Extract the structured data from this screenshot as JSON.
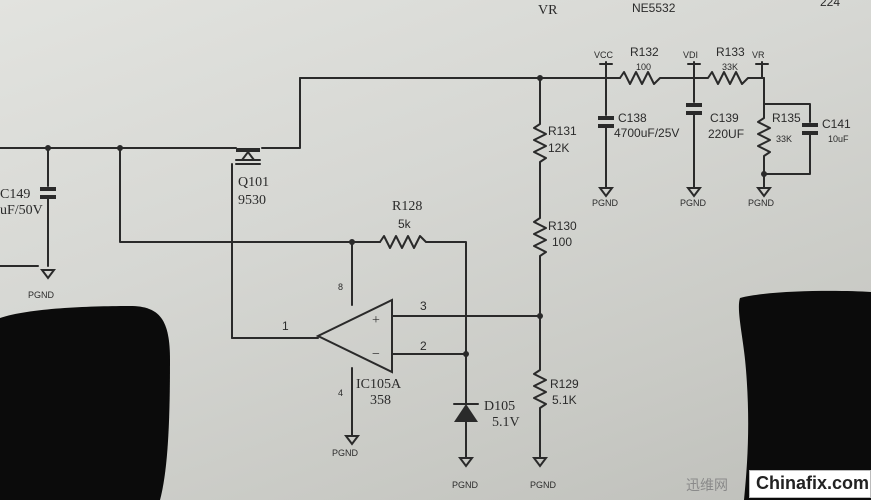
{
  "top": {
    "vr": "VR",
    "ne5532": "NE5532",
    "num224": "224"
  },
  "labels": {
    "vcc": "VCC",
    "vdd": "VDI",
    "vr": "VR",
    "r132": "R132",
    "r132v": "100",
    "r133": "R133",
    "r133v": "33K",
    "c138": "C138",
    "c138v": "4700uF/25V",
    "c139": "C139",
    "c139v": "220UF",
    "r135": "R135",
    "r135v": "33K",
    "c141": "C141",
    "c141v": "10uF",
    "r131": "R131",
    "r131v": "12K",
    "r130": "R130",
    "r130v": "100",
    "r129": "R129",
    "r129v": "5.1K",
    "c149": "C149",
    "c149v": "uF/50V",
    "q101": "Q101",
    "q101v": "9530",
    "r128": "R128",
    "r128v": "5k",
    "ic": "IC105A",
    "icv": "358",
    "d105": "D105",
    "d105v": "5.1V",
    "pin1": "1",
    "pin2": "2",
    "pin3": "3",
    "pin8": "8",
    "pin4": "4",
    "plus": "+",
    "minus": "−",
    "pgnd": "PGND"
  },
  "watermark": {
    "cn": "迅维网",
    "en": "Chinafix.com"
  }
}
